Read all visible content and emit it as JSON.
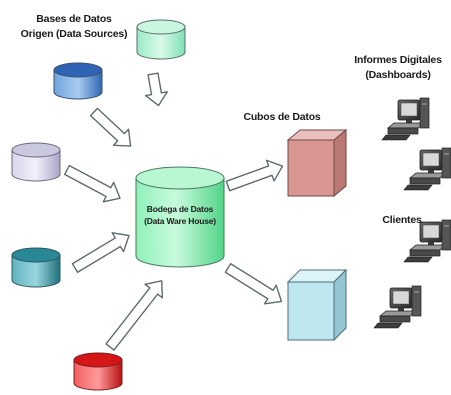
{
  "labels": {
    "sources_line1": "Bases de Datos",
    "sources_line2": "Origen (Data Sources)",
    "warehouse_line1": "Bodega de Datos",
    "warehouse_line2": "(Data Ware House)",
    "cubes": "Cubos de Datos",
    "dashboards_line1": "Informes Digitales",
    "dashboards_line2": "(Dashboards)",
    "clients": "Clientes"
  },
  "colors": {
    "source_teal_green": "#7fe0b5",
    "source_blue": "#3f7fc7",
    "source_lavender": "#c9c7dd",
    "source_dark_teal": "#2f8c9a",
    "source_red": "#e02020",
    "warehouse_green": "#7ee8a8",
    "cube_red": "#d99692",
    "cube_blue": "#bde6ef",
    "arrow_fill": "#ffffff",
    "arrow_stroke": "#5f6b6f"
  },
  "icons": [
    "database-icon",
    "cube-icon",
    "computer-icon",
    "arrow-icon"
  ]
}
